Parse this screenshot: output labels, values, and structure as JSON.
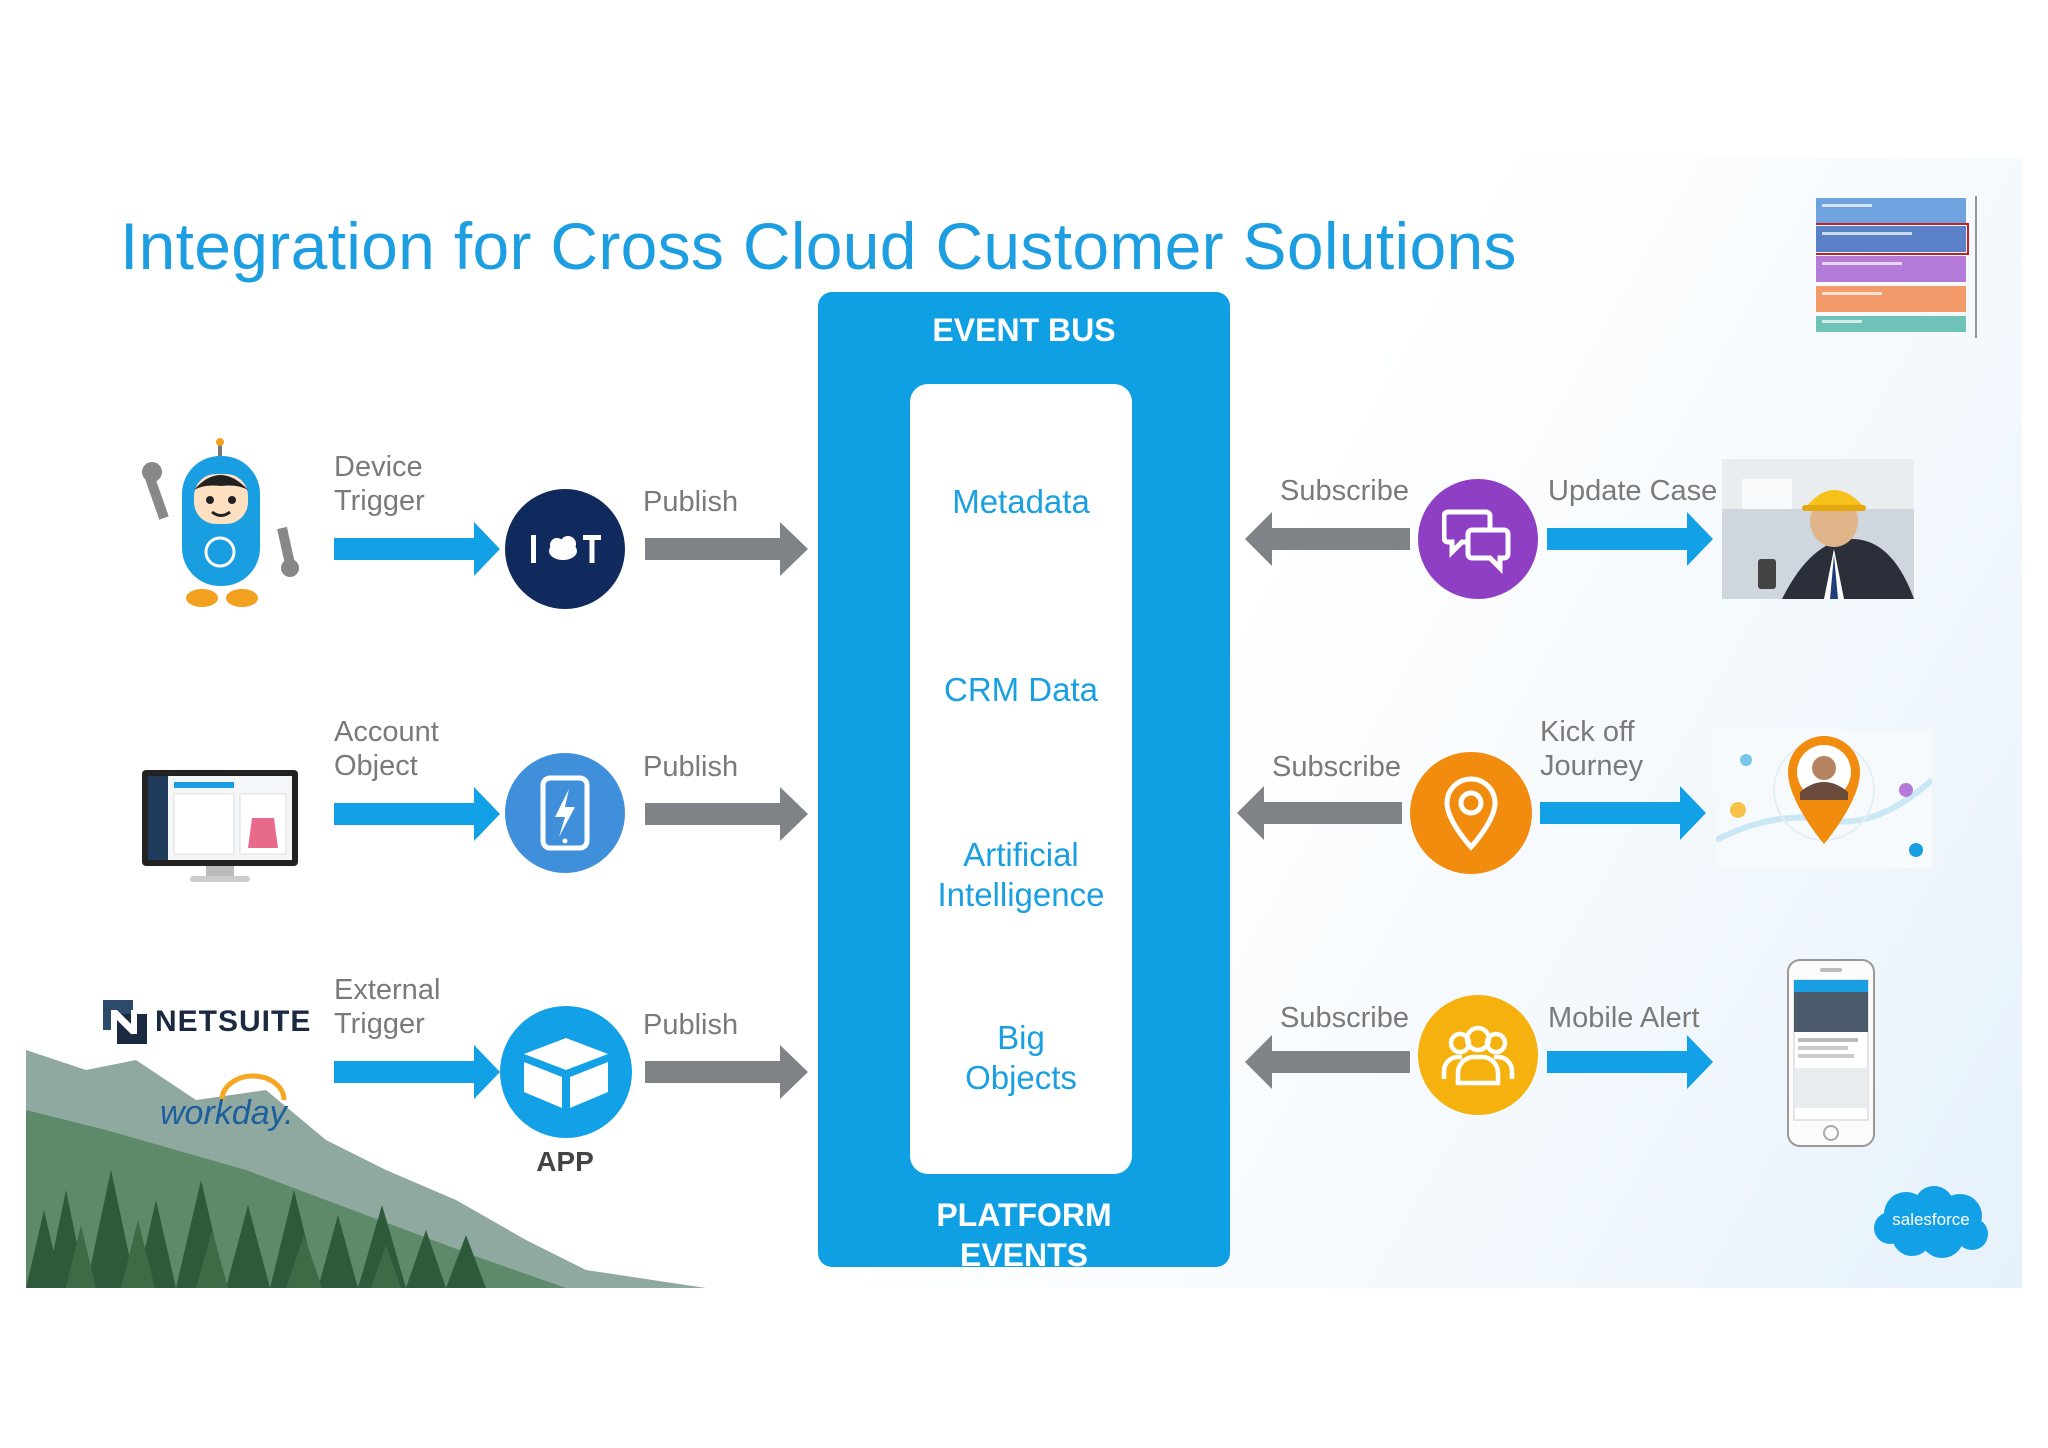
{
  "title": "Integration for Cross Cloud Customer Solutions",
  "event_bus": {
    "top_label": "EVENT BUS",
    "bottom_label_line1": "PLATFORM",
    "bottom_label_line2": "EVENTS",
    "items": [
      {
        "line1": "Metadata",
        "line2": ""
      },
      {
        "line1": "CRM Data",
        "line2": ""
      },
      {
        "line1": "Artificial",
        "line2": "Intelligence"
      },
      {
        "line1": "Big",
        "line2": "Objects"
      }
    ]
  },
  "publishers": [
    {
      "trigger_line1": "Device",
      "trigger_line2": "Trigger",
      "action": "Publish",
      "icon_text": "I T"
    },
    {
      "trigger_line1": "Account",
      "trigger_line2": "Object",
      "action": "Publish"
    },
    {
      "trigger_line1": "External",
      "trigger_line2": "Trigger",
      "action": "Publish",
      "icon_caption": "APP"
    }
  ],
  "subscribers": [
    {
      "action": "Subscribe",
      "result_line1": "Update Case",
      "result_line2": ""
    },
    {
      "action": "Subscribe",
      "result_line1": "Kick off",
      "result_line2": "Journey"
    },
    {
      "action": "Subscribe",
      "result_line1": "Mobile Alert",
      "result_line2": ""
    }
  ],
  "logos": {
    "netsuite": "NETSUITE",
    "workday": "workday.",
    "salesforce": "salesforce"
  },
  "colors": {
    "title": "#1c9ee0",
    "bus": "#0ea0e3",
    "arrow_blue": "#12a0e6",
    "arrow_gray": "#7f8287",
    "iot_circle": "#112a5e",
    "mobile_circle": "#3f8fdb",
    "app_circle": "#12a0e6",
    "chat_circle": "#8e3fc4",
    "location_circle": "#f28c0f",
    "people_circle": "#f5b20f"
  }
}
